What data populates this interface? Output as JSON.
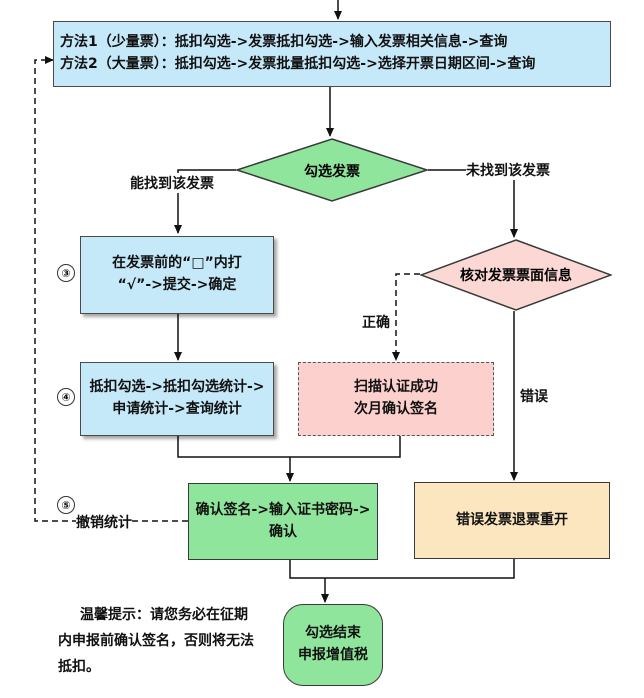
{
  "top_box": {
    "line1": "方法1（少量票）：抵扣勾选->发票抵扣勾选->输入发票相关信息->查询",
    "line2": "方法2（大量票）：抵扣勾选->发票批量抵扣勾选->选择开票日期区间->查询"
  },
  "decision_select": {
    "label": "勾选发票"
  },
  "branch_found": "能找到该发票",
  "branch_not_found": "未找到该发票",
  "step3": {
    "number": "③",
    "line1": "在发票前的“□”内打",
    "line2": "“√”->提交->确定"
  },
  "step4": {
    "number": "④",
    "line1": "抵扣勾选->抵扣勾选统计->",
    "line2": "申请统计->查询统计"
  },
  "decision_verify": {
    "label": "核对发票票面信息"
  },
  "branch_correct": "正确",
  "branch_wrong": "错误",
  "scan_box": {
    "line1": "扫描认证成功",
    "line2": "次月确认签名"
  },
  "step5": {
    "number": "⑤",
    "line1": "确认签名->输入证书密码->",
    "line2": "确认"
  },
  "cancel_label": "撤销统计",
  "wrong_box": {
    "label": "错误发票退票重开"
  },
  "end_box": {
    "line1": "勾选结束",
    "line2": "申报增值税"
  },
  "tip": {
    "title": "温馨提示：",
    "line1": "请您务必在征期",
    "line2": "内申报前确认签名，否则将无法",
    "line3": "抵扣。"
  },
  "colors": {
    "top_box": "#c6e9f9",
    "diamond": "#8fe59b",
    "end_box": "#8fe59b",
    "step5_box": "#8fe59b",
    "scan_box": "#fbd0cd",
    "wrong_box": "#fbe6bf"
  }
}
